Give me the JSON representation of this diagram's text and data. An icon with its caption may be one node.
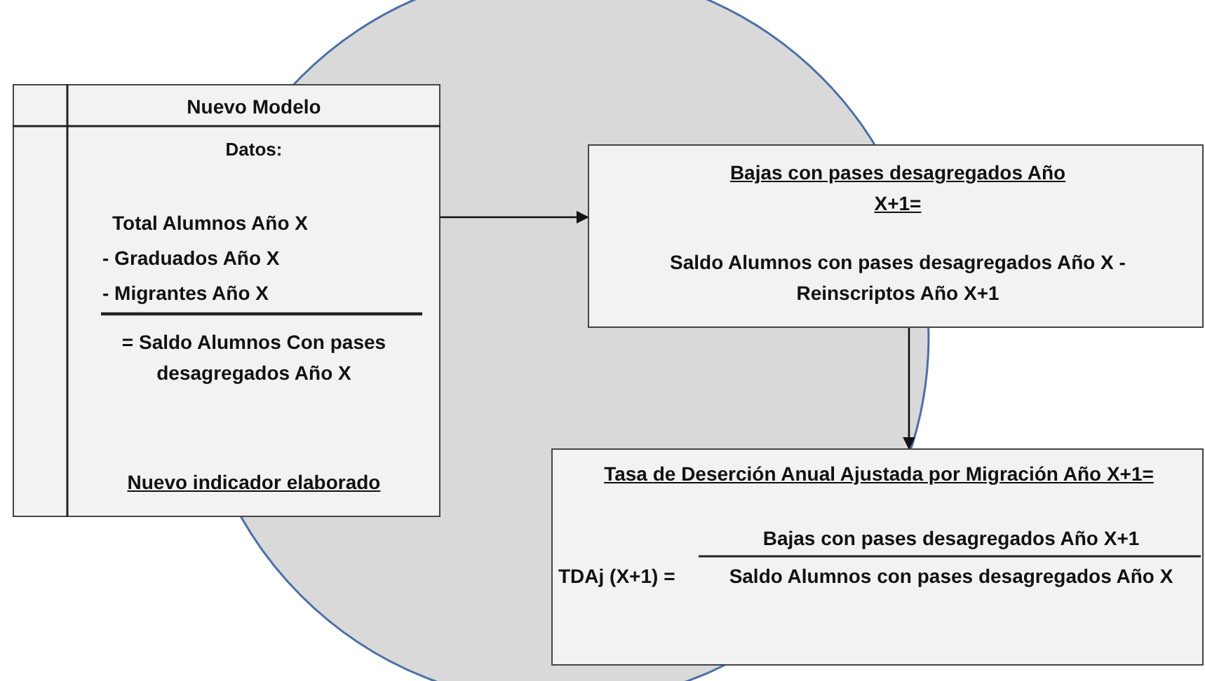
{
  "diagram": {
    "nodes": [
      {
        "text": [
          "Nuevo Modelo",
          "Datos:",
          "Total Alumnos Año X",
          "- Graduados Año X",
          "- Migrantes Año X",
          "= Saldo Alumnos Con pases desagregados Año X",
          "Nuevo indicador elaborado"
        ]
      },
      {
        "text": [
          "Bajas con pases desagregados Año X+1=",
          "Saldo Alumnos con pases desagregados Año X - Reinscriptos Año X+1"
        ]
      },
      {
        "text": [
          "Tasa de Deserción Anual Ajustada por Migración Año X+1=",
          "TDAj (X+1) =",
          "Bajas con pases desagregados Año X+1",
          "Saldo Alumnos con pases desagregados Año X"
        ]
      }
    ],
    "edges": [
      {
        "from": 0,
        "to": 1,
        "arrow": "to"
      },
      {
        "from": 1,
        "to": 2,
        "arrow": "to"
      }
    ]
  }
}
